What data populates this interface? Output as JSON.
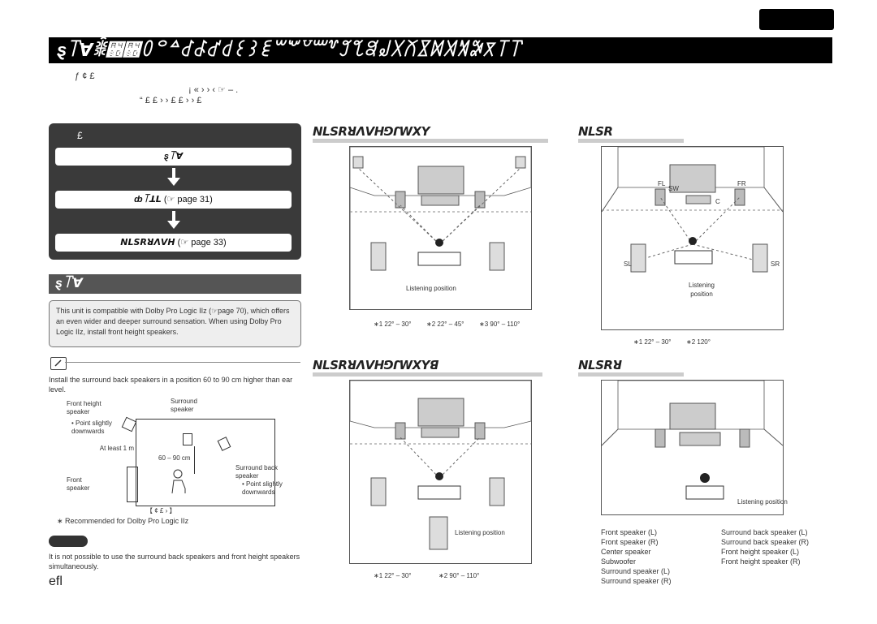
{
  "page_tab": "",
  "title": "ȿ꓅ꓯꒋ꒍꒍꒩꒪꒫꒬꒭꒮꒯꒰꒱꒲꒳꒴꒵꒶꒷꒸꒹꒺꒻꒼꒽꒾꒿꓀꓁꓂꓃꓄꓅",
  "intro": {
    "line1": "ƒ   ¢     £",
    "line2": "¡                                                       «   ›                       ›          ‹   ☞  – .",
    "line3": "“                 £              £                 ›                            ›           £                                                      £  ›         ›                             £"
  },
  "flow": {
    "heading": "£",
    "step1": "ȿ꓅ꓯ",
    "step2": "ȸ꓄ꓕꓡ",
    "step2_ref": "(☞ page 31)",
    "step3": "ꓠꓡꓢꓣꓤꓥꓦꓧ",
    "step3_ref": "(☞ page 33)"
  },
  "section_title": "ȿ꓅ꓯ",
  "compat_note": "This unit is compatible with Dolby Pro Logic IIz (☞page 70), which offers an even wider and deeper surround sensation. When using Dolby Pro Logic IIz, install front height speakers.",
  "tip_text": "Install the surround back speakers in a position 60 to 90 cm higher than ear level.",
  "side_diagram": {
    "front_height": "Front height speaker",
    "point_slightly": "• Point slightly downwards",
    "surround": "Surround speaker",
    "at_least": "At least 1 m",
    "height_range": "60 – 90 cm",
    "surround_back": "Surround back speaker",
    "point_slightly2": "• Point slightly downwards",
    "front": "Front speaker",
    "caption": "【 ¢ £ › 】"
  },
  "recommended": "Recommended for Dolby Pro Logic IIz",
  "note_text": "It is not possible to use the surround back speakers and front height speakers simultaneously.",
  "page_number": "efl",
  "diagram1": {
    "heading": "ꓠꓡꓢꓣꓤꓥꓦꓧꓨꓩꓪꓫꓬ",
    "listening": "Listening position",
    "angles": [
      "∗1  22° – 30°",
      "∗2  22° – 45°",
      "∗3  90° – 110°"
    ]
  },
  "diagram2": {
    "heading": "ꓠꓡꓢꓣ",
    "fl": "FL",
    "fr": "FR",
    "sw": "SW",
    "c": "C",
    "sl": "SL",
    "sr": "SR",
    "listening": "Listening position",
    "angles": [
      "∗1  22° – 30°",
      "∗2  120°"
    ]
  },
  "diagram3": {
    "heading": "ꓠꓡꓢꓣꓤꓥꓦꓧꓨꓩꓪꓫꓬꓭ",
    "listening": "Listening position",
    "angles": [
      "∗1  22° – 30°",
      "∗2  90° – 110°"
    ]
  },
  "diagram4": {
    "heading": "ꓠꓡꓢꓣꓤ",
    "listening": "Listening position"
  },
  "legend": {
    "col1": [
      "Front speaker (L)",
      "Front speaker (R)",
      "Center speaker",
      "Subwoofer",
      "Surround speaker (L)",
      "Surround speaker (R)"
    ],
    "col2": [
      "Surround back speaker (L)",
      "Surround back speaker (R)",
      "Front height speaker (L)",
      "Front height speaker (R)"
    ]
  }
}
